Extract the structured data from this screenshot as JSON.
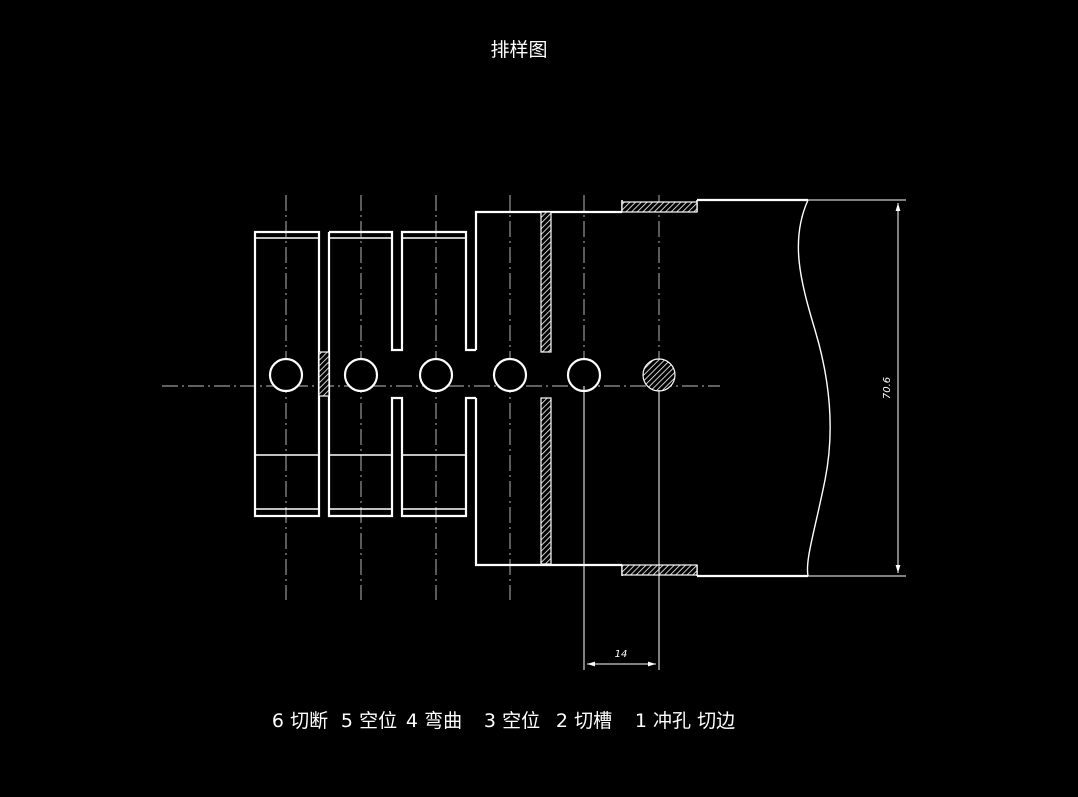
{
  "drawing": {
    "title": "排样图",
    "stations": [
      {
        "number": "6",
        "name": "切断"
      },
      {
        "number": "5",
        "name": "空位"
      },
      {
        "number": "4",
        "name": "弯曲"
      },
      {
        "number": "3",
        "name": "空位"
      },
      {
        "number": "2",
        "name": "切槽"
      },
      {
        "number": "1",
        "name": "冲孔 切边"
      }
    ],
    "dimensions": {
      "strip_width": "70.6",
      "pitch": "14"
    },
    "colors": {
      "background": "#000000",
      "lines": "#ffffff"
    }
  }
}
